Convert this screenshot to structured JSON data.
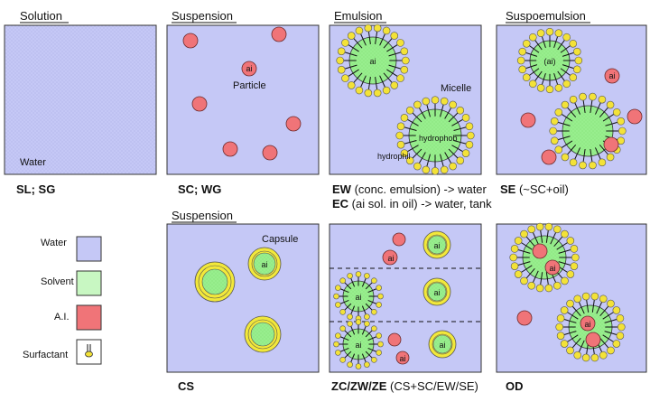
{
  "panels": {
    "solution": {
      "title": "Solution",
      "code": "SL; SG",
      "label_water": "Water"
    },
    "suspension": {
      "title": "Suspension",
      "code": "SC; WG",
      "label_particle": "Particle",
      "ai": "ai"
    },
    "emulsion": {
      "title": "Emulsion",
      "code_ew": "EW",
      "desc_ew": " (conc. emulsion) -> water",
      "code_ec": "EC",
      "desc_ec": " (ai sol. in oil) -> water, tank",
      "ai": "ai",
      "label_micelle": "Micelle",
      "label_hydrophob": "hydrophob",
      "label_hydrophil": "hydrophil"
    },
    "suspoemulsion": {
      "title": "Suspoemulsion",
      "code": "SE",
      "desc": " (~SC+oil)",
      "ai_micelle": "(ai)",
      "ai": "ai"
    },
    "capsule": {
      "title": "Suspension",
      "code": "CS",
      "label_capsule": "Capsule",
      "ai": "ai"
    },
    "mixed": {
      "code": "ZC/ZW/ZE",
      "desc": " (CS+SC/EW/SE)",
      "ai": "ai"
    },
    "od": {
      "code": "OD",
      "ai": "ai"
    }
  },
  "legend": {
    "water": "Water",
    "solvent": "Solvent",
    "ai": "A.I.",
    "surfactant": "Surfactant"
  },
  "colors": {
    "water": "#C5C8F6",
    "solvent": "#C8F7C2",
    "ai": "#F07478",
    "capsule": "#F2E83A",
    "surfactant_head": "#F3E238",
    "droplet": "#98EE8E"
  }
}
